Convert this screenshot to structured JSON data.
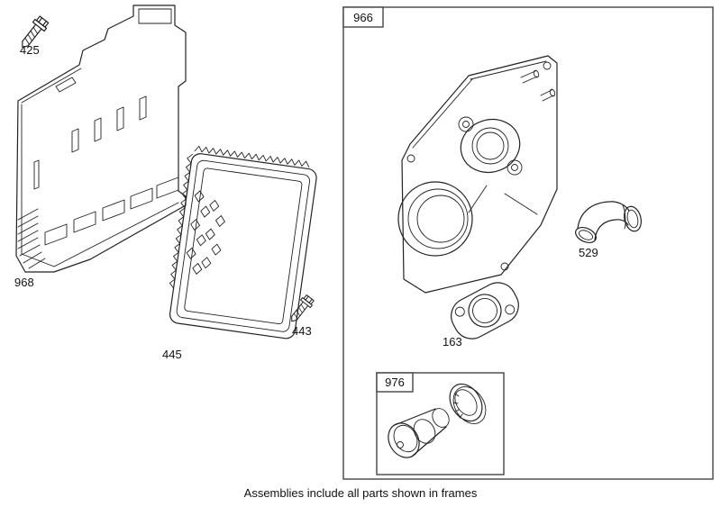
{
  "caption": "Assemblies include all parts shown in frames",
  "parts": {
    "screw_upper": "425",
    "air_cleaner_cover": "968",
    "air_filter": "445",
    "screw_lower": "443",
    "elbow": "529",
    "gasket": "163"
  },
  "frames": {
    "main": "966",
    "primer": "976"
  }
}
